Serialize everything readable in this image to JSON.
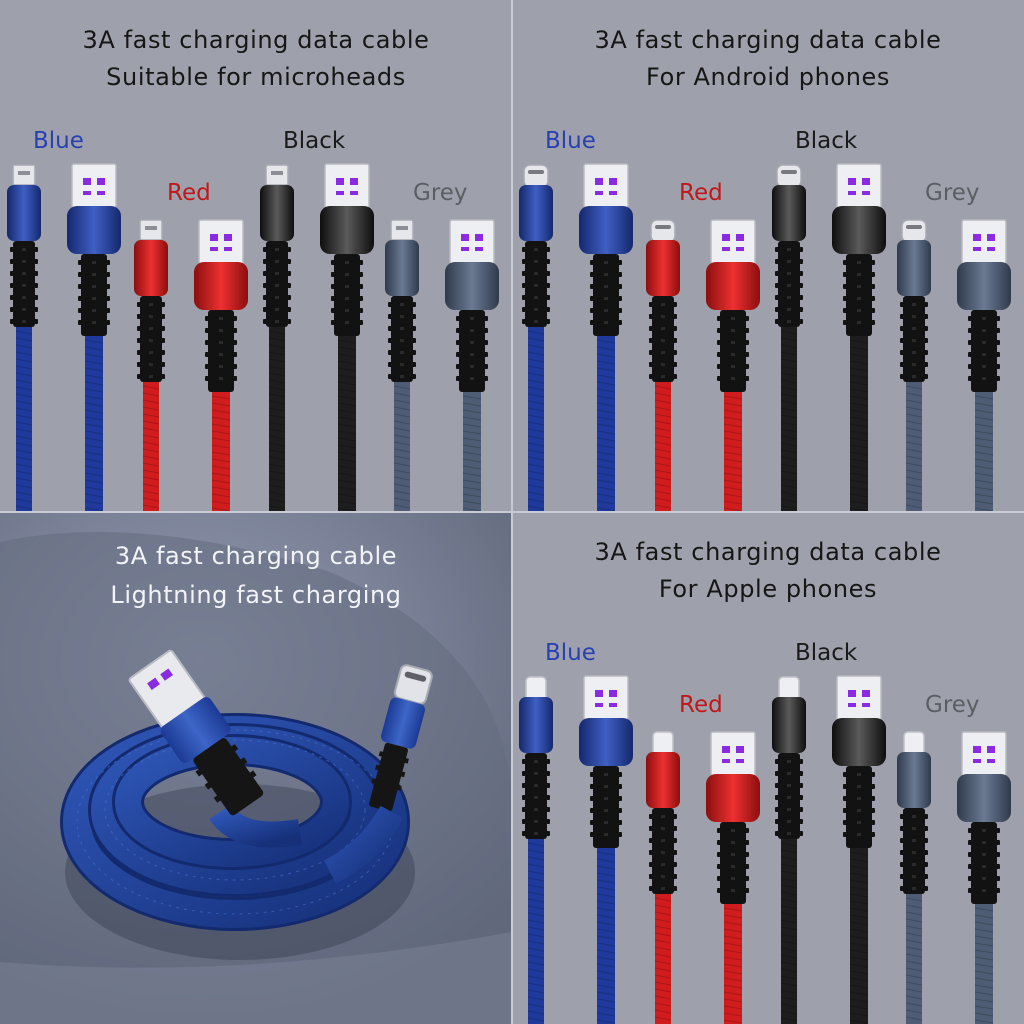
{
  "panels": {
    "micro": {
      "title_line1": "3A fast charging data cable",
      "title_line2": "Suitable for microheads",
      "connector": "micro-usb"
    },
    "android": {
      "title_line1": "3A fast charging data cable",
      "title_line2": "For Android phones",
      "connector": "usb-c"
    },
    "coil": {
      "title_line1": "3A fast charging cable",
      "title_line2": "Lightning fast charging"
    },
    "apple": {
      "title_line1": "3A fast charging data cable",
      "title_line2": "For Apple phones",
      "connector": "lightning"
    }
  },
  "color_labels": {
    "blue": "Blue",
    "black": "Black",
    "red": "Red",
    "grey": "Grey"
  },
  "colors": {
    "background": "#9ea1ab",
    "blue": "#1f3a9c",
    "red": "#d01c1c",
    "black": "#1d1d1d",
    "grey": "#4e5d75",
    "usb_logo": "#8a2be2"
  }
}
